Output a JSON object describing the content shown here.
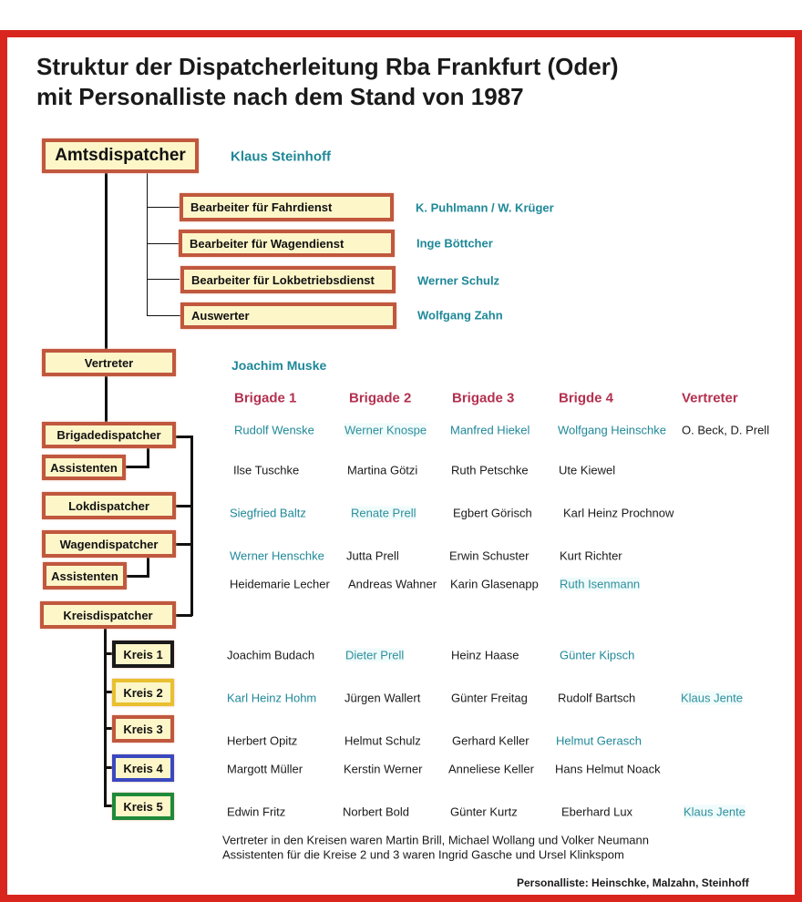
{
  "title": [
    "Struktur der Dispatcherleitung Rba Frankfurt (Oder)",
    "mit Personalliste nach dem Stand von 1987"
  ],
  "amts": {
    "label": "Amtsdispatcher",
    "name": "Klaus Steinhoff"
  },
  "bearbeiter": [
    {
      "label": "Bearbeiter für Fahrdienst",
      "name": "K. Puhlmann / W. Krüger"
    },
    {
      "label": "Bearbeiter für Wagendienst",
      "name": "Inge Böttcher"
    },
    {
      "label": "Bearbeiter für Lokbetriebsdienst",
      "name": "Werner Schulz"
    },
    {
      "label": "Auswerter",
      "name": "Wolfgang Zahn"
    }
  ],
  "vertreter": {
    "label": "Vertreter",
    "name": "Joachim Muske"
  },
  "roles": [
    "Brigadedispatcher",
    "Assistenten",
    "Lokdispatcher",
    "Wagendispatcher",
    "Assistenten",
    "Kreisdispatcher"
  ],
  "kreise": [
    {
      "label": "Kreis 1",
      "color": "#1a1a1a"
    },
    {
      "label": "Kreis 2",
      "color": "#e8c030"
    },
    {
      "label": "Kreis 3",
      "color": "#c0583e"
    },
    {
      "label": "Kreis 4",
      "color": "#3a48c0"
    },
    {
      "label": "Kreis 5",
      "color": "#1e8a3a"
    }
  ],
  "headers": [
    "Brigade 1",
    "Brigade 2",
    "Brigade 3",
    "Brigde 4",
    "Vertreter"
  ],
  "rows": [
    [
      [
        "Rudolf Wenske",
        "t"
      ],
      [
        "Werner Knospe",
        "l"
      ],
      [
        "Manfred Hiekel",
        "t"
      ],
      [
        "Wolfgang Heinschke",
        "t"
      ],
      [
        "O. Beck, D. Prell",
        ""
      ]
    ],
    [
      [
        "Ilse Tuschke",
        ""
      ],
      [
        "Martina Götzi",
        ""
      ],
      [
        "Ruth Petschke",
        ""
      ],
      [
        "Ute Kiewel",
        ""
      ]
    ],
    [
      [
        "Siegfried Baltz",
        "t"
      ],
      [
        "Renate Prell",
        "l"
      ],
      [
        "Egbert Görisch",
        ""
      ],
      [
        "Karl Heinz Prochnow",
        ""
      ]
    ],
    [
      [
        "Werner Henschke",
        "t"
      ],
      [
        "Jutta Prell",
        ""
      ],
      [
        "Erwin Schuster",
        ""
      ],
      [
        "Kurt Richter",
        ""
      ]
    ],
    [
      [
        "Heidemarie Lecher",
        ""
      ],
      [
        "Andreas Wahner",
        ""
      ],
      [
        "Karin Glasenapp",
        ""
      ],
      [
        "Ruth Isenmann",
        "l"
      ]
    ],
    [
      [
        "Joachim Budach",
        ""
      ],
      [
        "Dieter Prell",
        "l"
      ],
      [
        "Heinz Haase",
        ""
      ],
      [
        "Günter Kipsch",
        "t"
      ]
    ],
    [
      [
        "Karl Heinz Hohm",
        "t"
      ],
      [
        "Jürgen Wallert",
        ""
      ],
      [
        "Günter Freitag",
        ""
      ],
      [
        "Rudolf Bartsch",
        ""
      ],
      [
        "Klaus Jente",
        "l"
      ]
    ],
    [
      [
        "Herbert Opitz",
        ""
      ],
      [
        "Helmut Schulz",
        ""
      ],
      [
        "Gerhard Keller",
        ""
      ],
      [
        "Helmut Gerasch",
        "t"
      ]
    ],
    [
      [
        "Margott Müller",
        ""
      ],
      [
        "Kerstin Werner",
        ""
      ],
      [
        "Anneliese Keller",
        ""
      ],
      [
        "Hans Helmut Noack",
        ""
      ]
    ],
    [
      [
        "Edwin Fritz",
        ""
      ],
      [
        "Norbert Bold",
        ""
      ],
      [
        "Günter Kurtz",
        ""
      ],
      [
        "Eberhard Lux",
        ""
      ],
      [
        "Klaus Jente",
        "l"
      ]
    ]
  ],
  "notes": [
    "Vertreter in den Kreisen waren Martin Brill, Michael Wollang und Volker Neumann",
    "Assistenten für die Kreise 2 und 3 waren Ingrid Gasche und Ursel Klinkspom"
  ],
  "credit": "Personalliste: Heinschke, Malzahn, Steinhoff"
}
